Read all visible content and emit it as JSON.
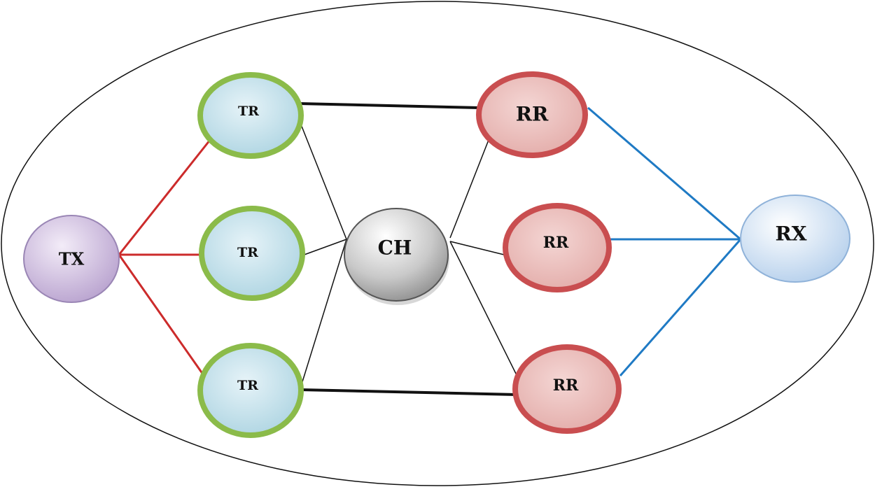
{
  "diagram": {
    "colors": {
      "tx_link": "#cc2b2b",
      "rx_link": "#1f7ac4",
      "relay_ring_tr": "#8bbb4a",
      "relay_ring_rr": "#c94e50",
      "line": "#111111"
    },
    "nodes": {
      "tx": {
        "label": "TX"
      },
      "rx": {
        "label": "RX"
      },
      "ch": {
        "label": "CH"
      },
      "tr1": {
        "label": "TR"
      },
      "tr2": {
        "label": "TR"
      },
      "tr3": {
        "label": "TR"
      },
      "rr1": {
        "label": "RR"
      },
      "rr2": {
        "label": "RR"
      },
      "rr3": {
        "label": "RR"
      }
    }
  }
}
